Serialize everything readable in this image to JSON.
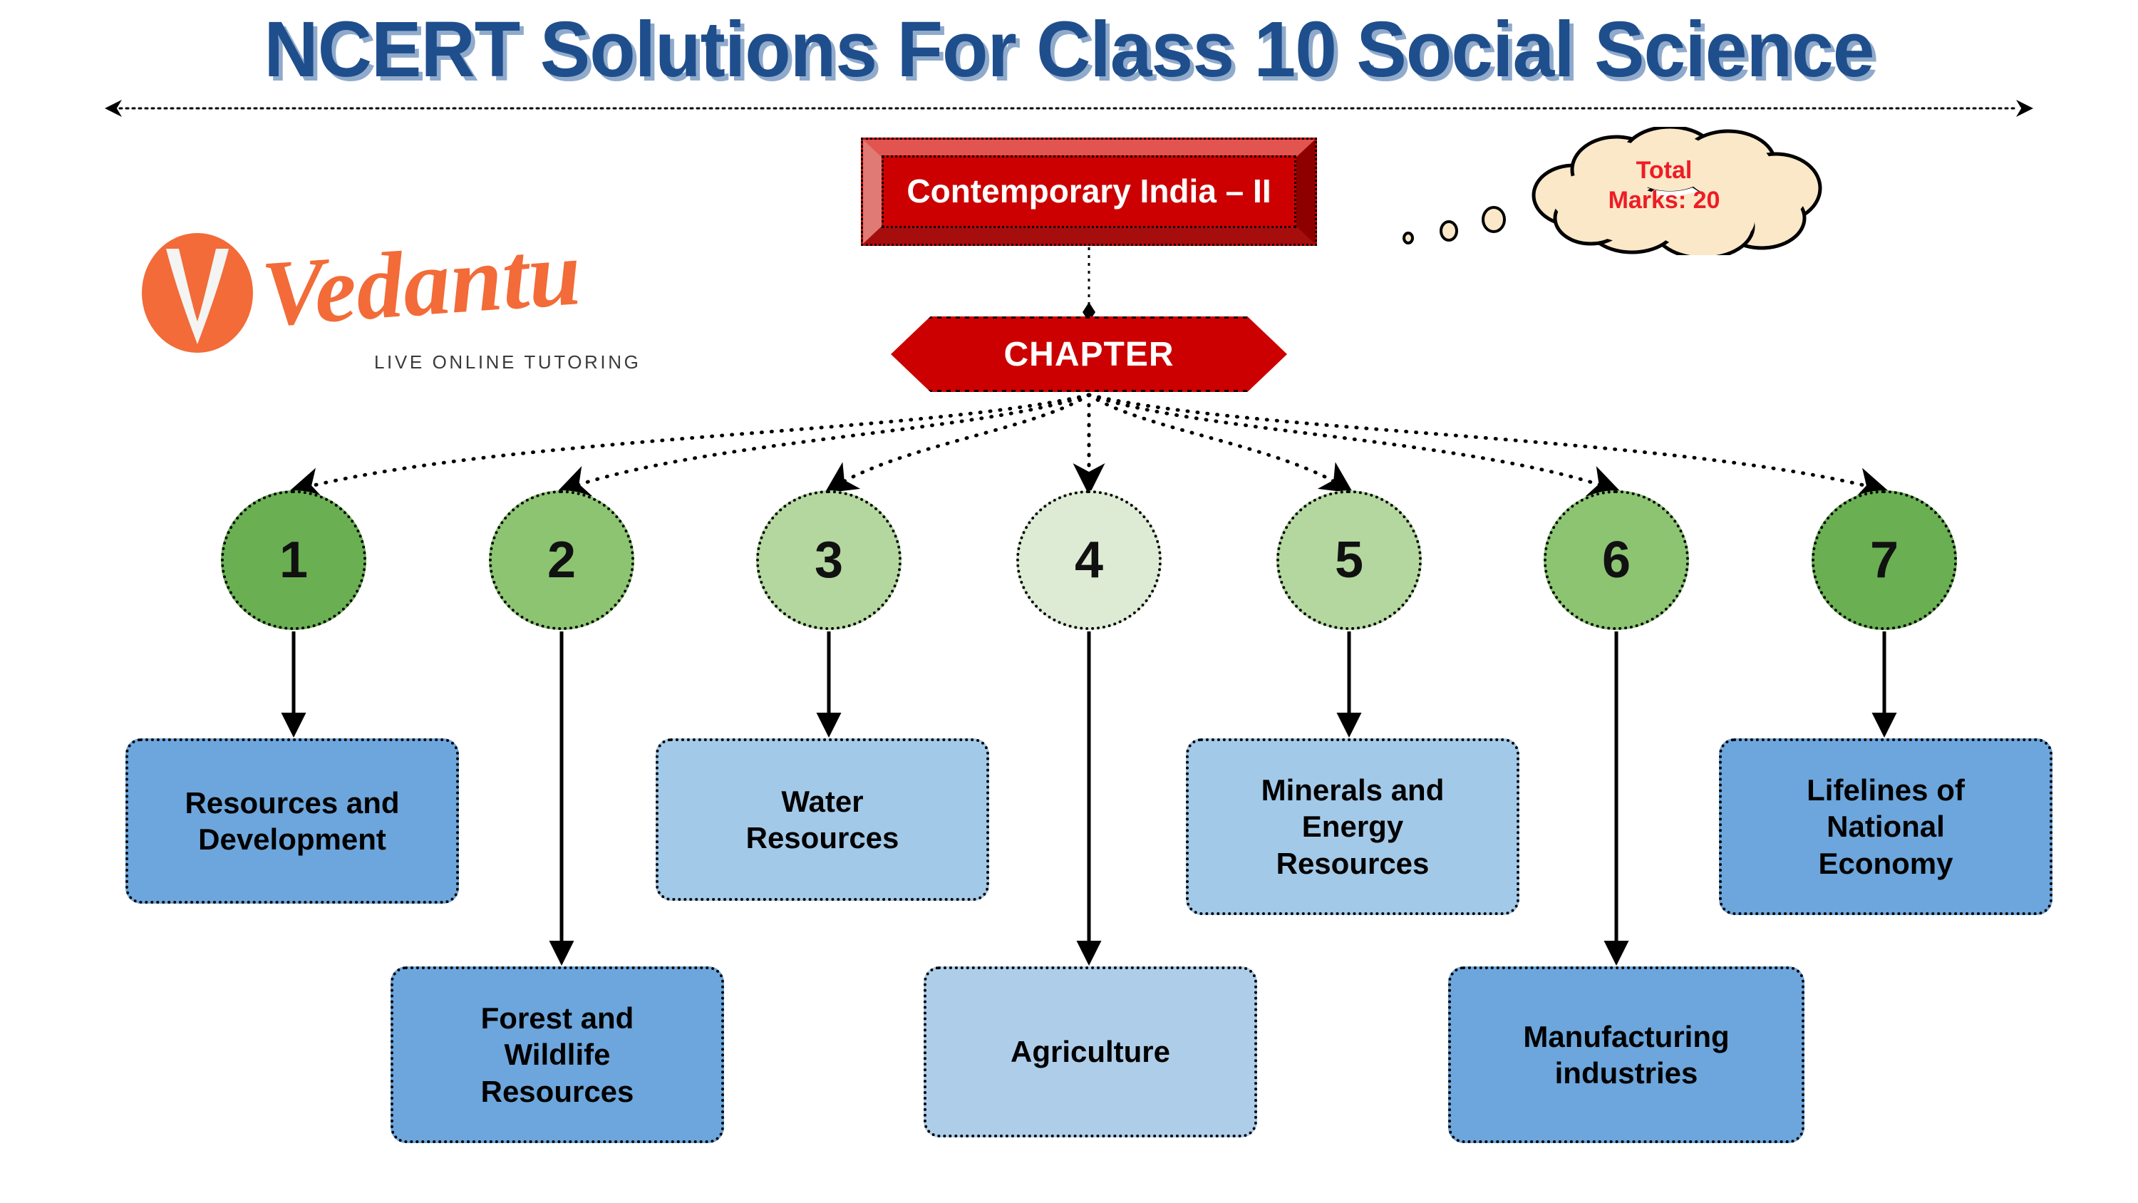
{
  "page": {
    "title": "NCERT Solutions For Class 10 Social Science",
    "background": "#FFFFFF"
  },
  "header": {
    "subject_box": "Contemporary\nIndia – II",
    "chapter_label": "CHAPTER",
    "marks_line1": "Total",
    "marks_line2": "Marks: 20"
  },
  "logo": {
    "wordmark": "Vedantu",
    "tagline": "LIVE ONLINE TUTORING",
    "brand_color": "#F26B38"
  },
  "colors": {
    "title_blue": "#1F4E8C",
    "title_shadow": "#8FAACB",
    "red": "#CC0000",
    "red_dark": "#8E0000",
    "red_light": "#E2544F",
    "bubble_fill": "#FAE8C8",
    "marks_text": "#EE1C25"
  },
  "chart_data": {
    "type": "tree",
    "title": "NCERT Solutions For Class 10 Social Science",
    "root": "Contemporary India – II",
    "root_badge": "CHAPTER",
    "total_marks": 20,
    "chapters": [
      {
        "number": "1",
        "name": "Resources and\nDevelopment",
        "circle_color": "#6AAF52",
        "box_color": "#6CA6DC",
        "row": "top"
      },
      {
        "number": "2",
        "name": "Forest and\nWildlife\nResources",
        "circle_color": "#8CC472",
        "box_color": "#6CA6DC",
        "row": "bottom"
      },
      {
        "number": "3",
        "name": "Water\nResources",
        "circle_color": "#B4D7A0",
        "box_color": "#A3C9E8",
        "row": "top"
      },
      {
        "number": "4",
        "name": "Agriculture",
        "circle_color": "#DDEBD5",
        "box_color": "#AECDE9",
        "row": "bottom"
      },
      {
        "number": "5",
        "name": "Minerals and\nEnergy\nResources",
        "circle_color": "#B4D7A0",
        "box_color": "#A3C9E8",
        "row": "top"
      },
      {
        "number": "6",
        "name": "Manufacturing\nindustries",
        "circle_color": "#8CC472",
        "box_color": "#6CA6DC",
        "row": "bottom"
      },
      {
        "number": "7",
        "name": "Lifelines of\nNational\nEconomy",
        "circle_color": "#6AAF52",
        "box_color": "#6CA6DC",
        "row": "top"
      }
    ]
  }
}
